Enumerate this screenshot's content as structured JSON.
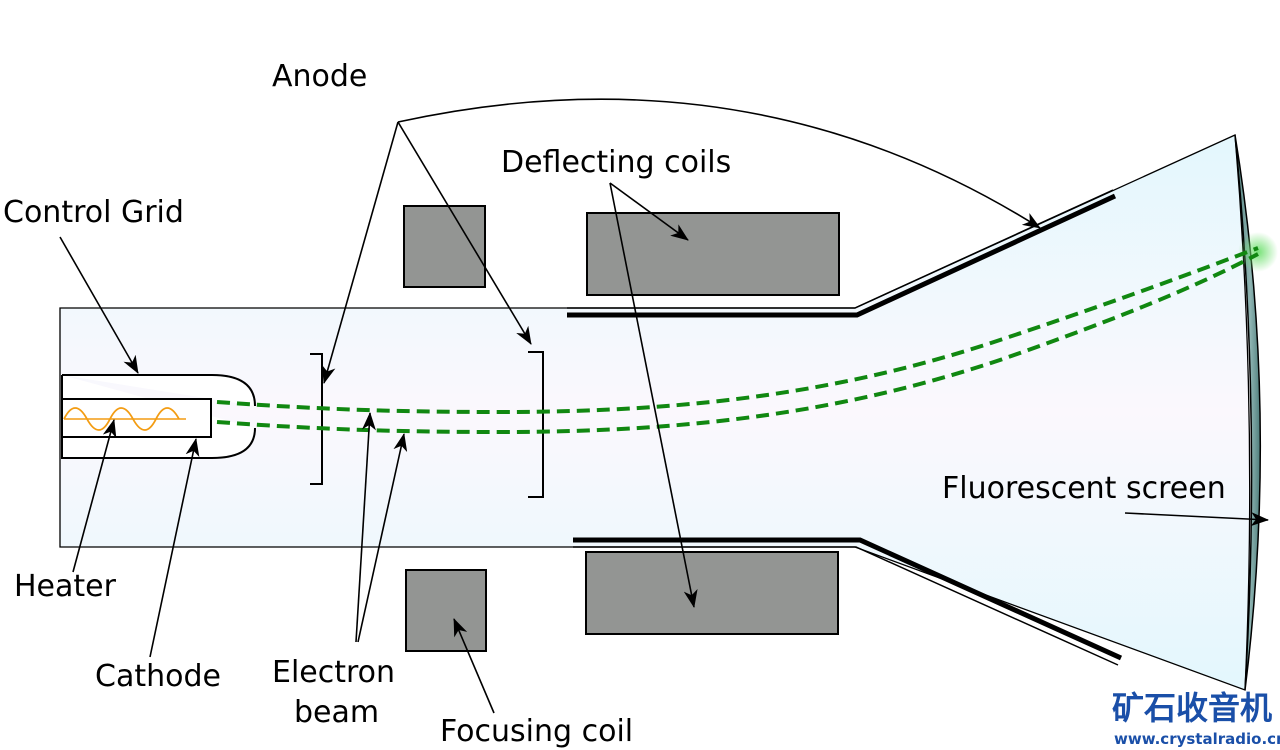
{
  "labels": {
    "anode": "Anode",
    "deflecting_coils": "Deflecting coils",
    "control_grid": "Control Grid",
    "heater": "Heater",
    "cathode": "Cathode",
    "electron_beam": [
      "Electron",
      "beam"
    ],
    "focusing_coil": "Focusing coil",
    "fluorescent_screen": "Fluorescent screen"
  },
  "watermark": {
    "chinese": "矿石收音机",
    "url": "www.crystalradio.cn"
  },
  "colors": {
    "tube_fill": "#e6f8fd",
    "coil_fill": "#939593",
    "beam": "#118811",
    "heater_wave": "#f39c12",
    "screen": "#5f8f8c",
    "watermark": "#1a4fa8"
  }
}
